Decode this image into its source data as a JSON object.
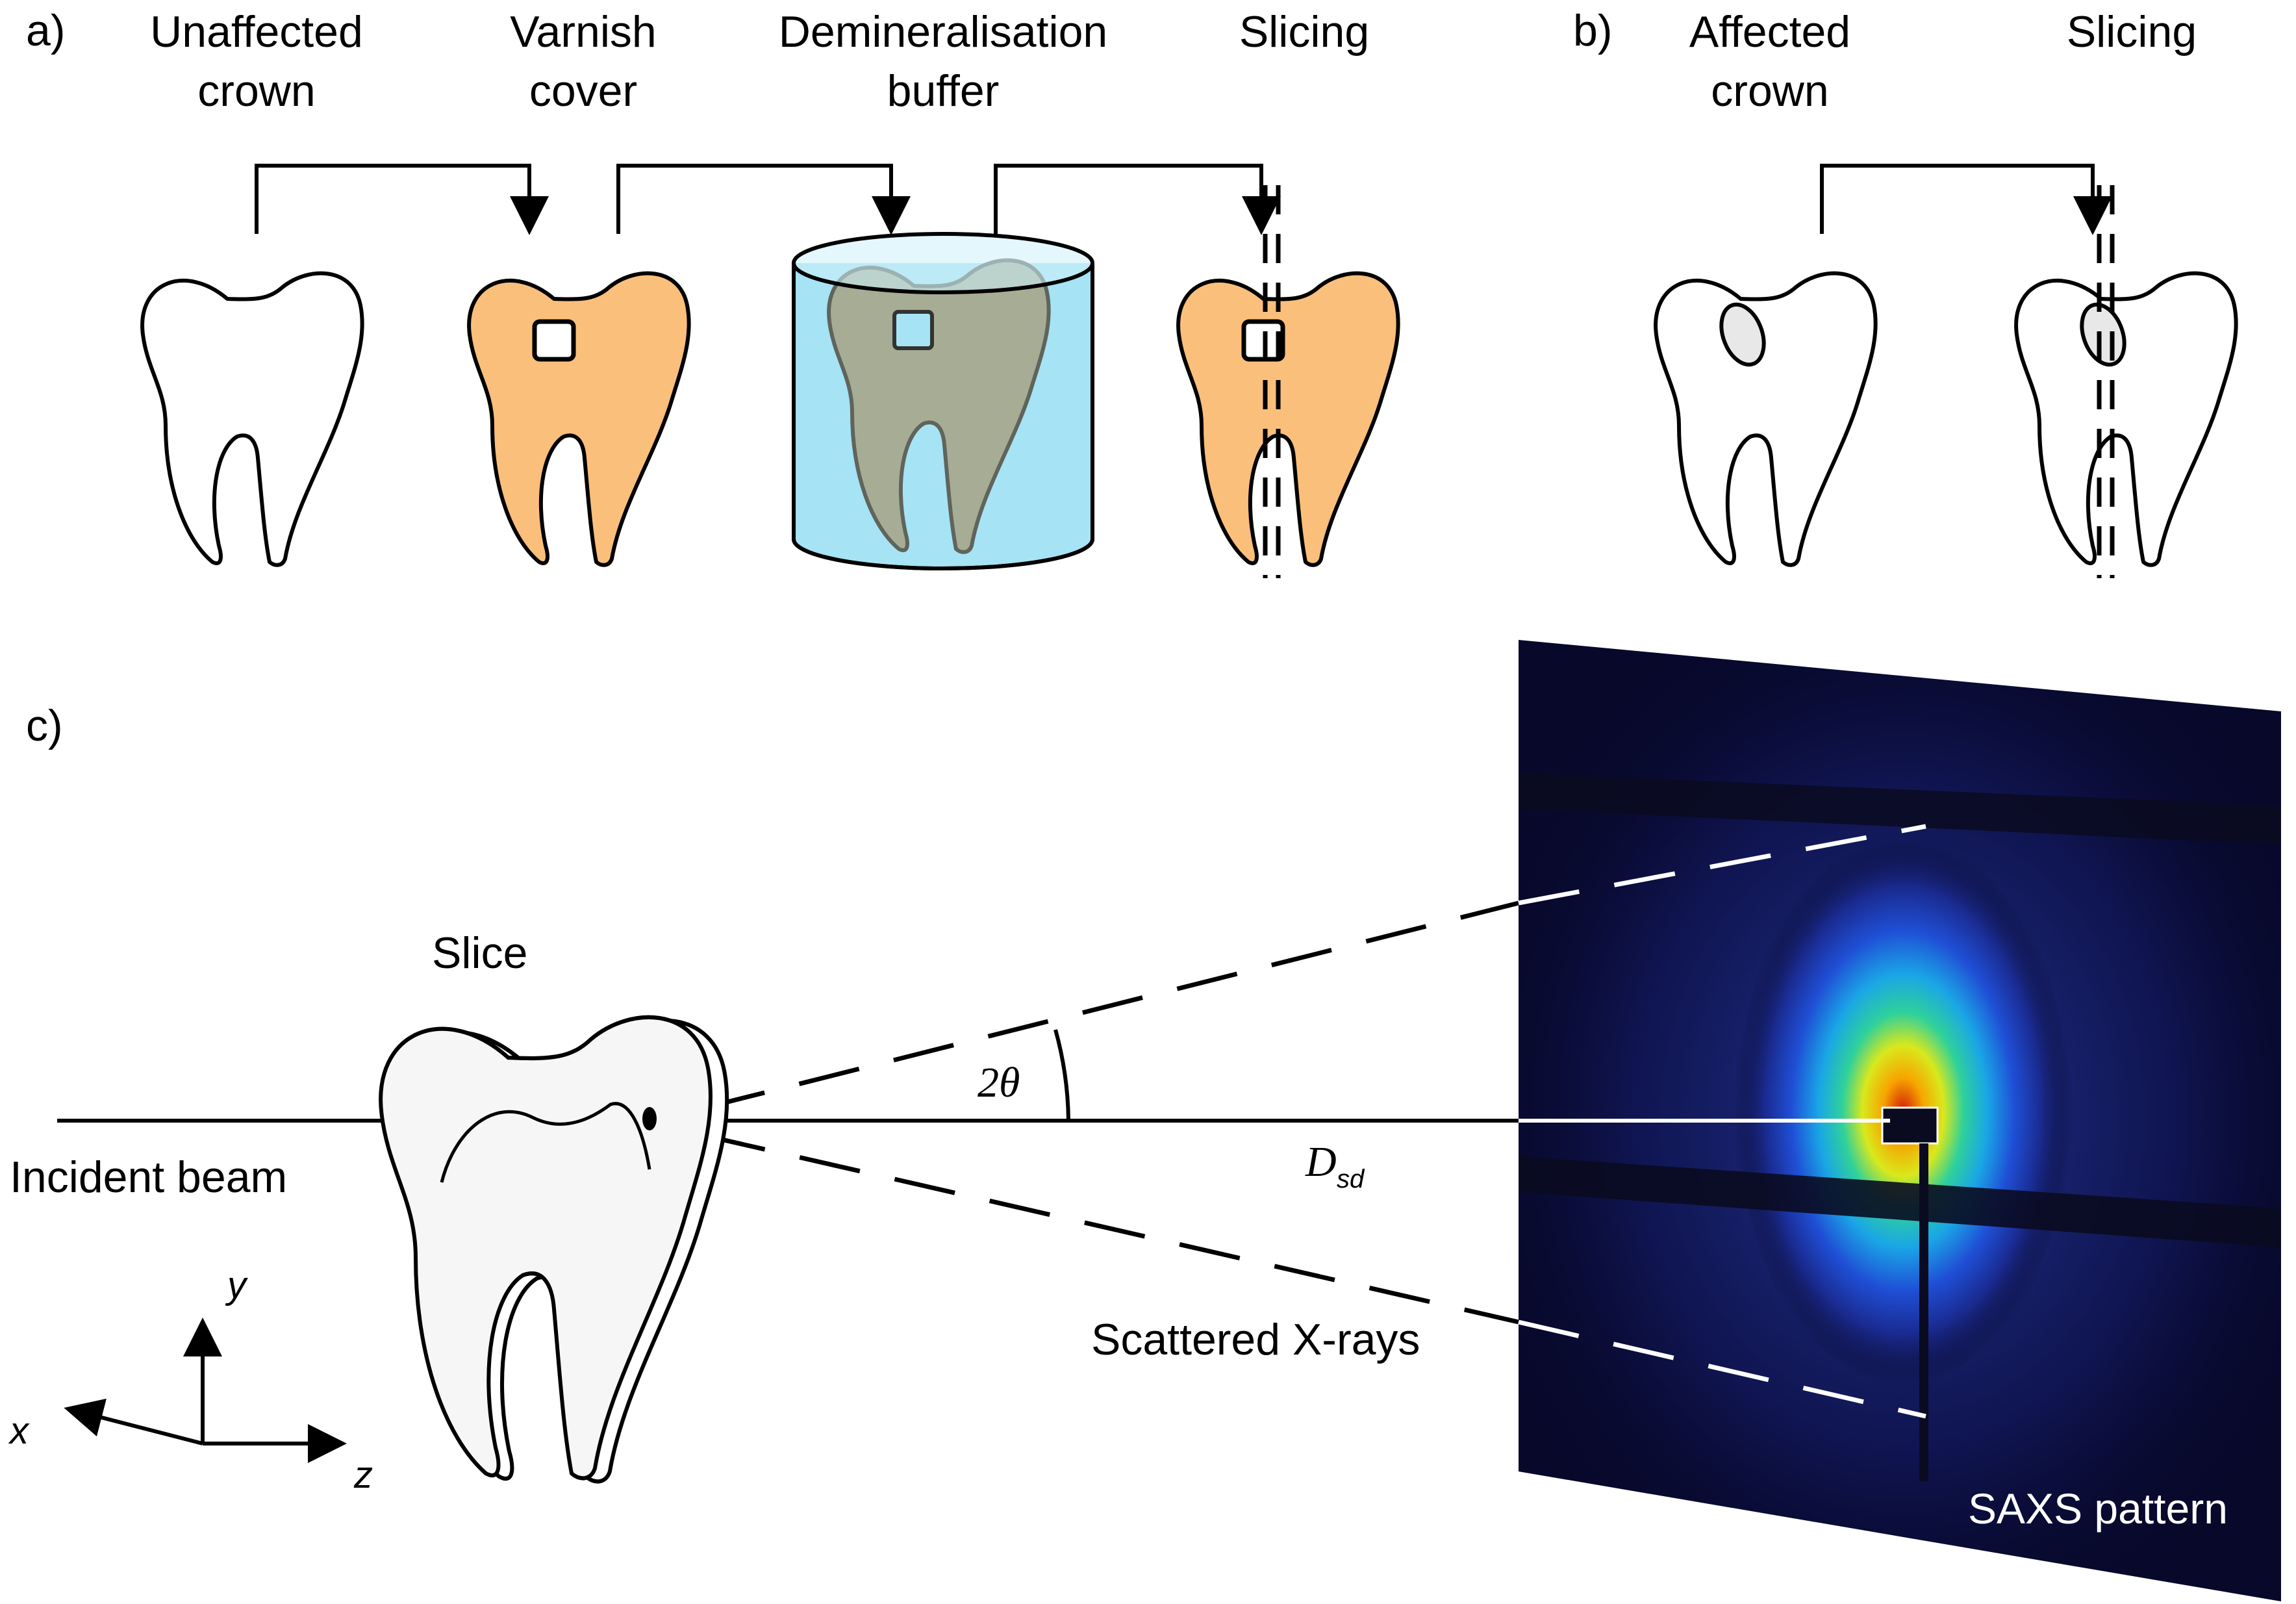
{
  "panel_a": {
    "label": "a)",
    "steps": [
      {
        "line1": "Unaffected",
        "line2": "crown"
      },
      {
        "line1": "Varnish",
        "line2": "cover"
      },
      {
        "line1": "Demineralisation",
        "line2": "buffer"
      },
      {
        "line1": "Slicing",
        "line2": ""
      }
    ]
  },
  "panel_b": {
    "label": "b)",
    "steps": [
      {
        "line1": "Affected",
        "line2": "crown"
      },
      {
        "line1": "Slicing",
        "line2": ""
      }
    ]
  },
  "panel_c": {
    "label": "c)",
    "slice_label": "Slice",
    "incident_beam": "Incident beam",
    "angle_label": "2θ",
    "distance_label": "D",
    "distance_sub": "sd",
    "scattered_label": "Scattered X-rays",
    "detector_label": "SAXS pattern",
    "axes": {
      "x": "x",
      "y": "y",
      "z": "z"
    }
  },
  "colors": {
    "varnish": "#FBBF7C",
    "buffer": "#A6E3F4",
    "buffer_top": "#CDF0FA",
    "tooth_in_buffer": "#A8A98E",
    "lesion": "#E8E8E8",
    "detector_bg": "#07082A"
  }
}
